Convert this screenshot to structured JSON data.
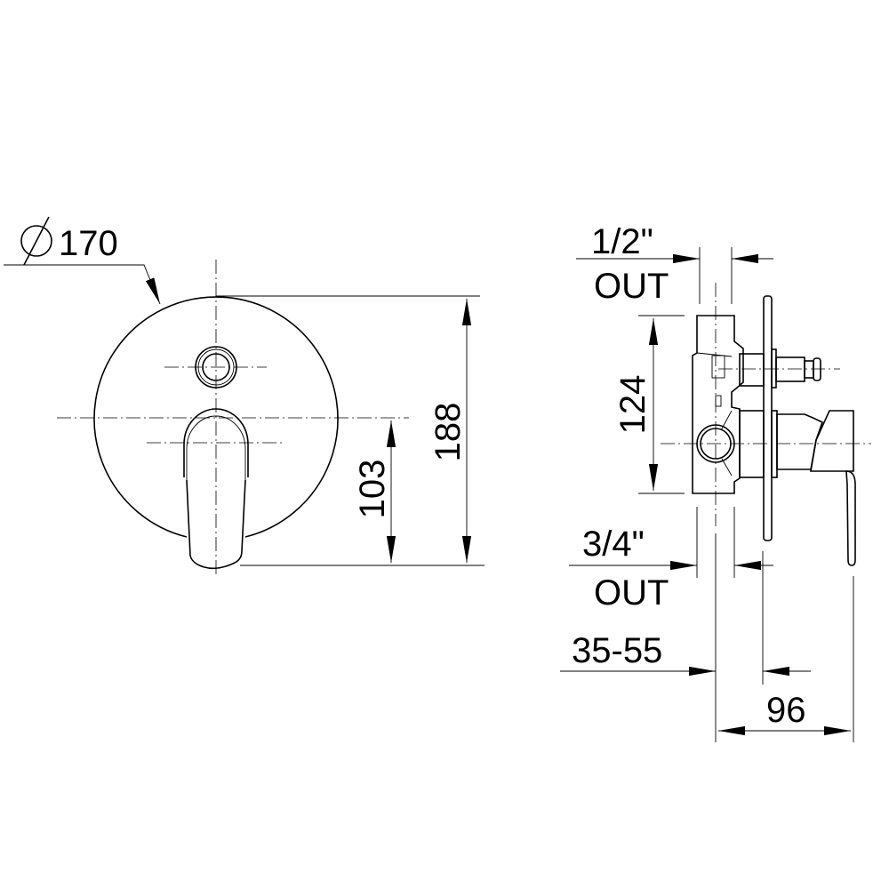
{
  "front_view": {
    "diameter_symbol": "diameter-symbol",
    "diameter_value": "170",
    "height_total": "188",
    "height_to_center": "103"
  },
  "side_view": {
    "top_outlet_size": "1/2\"",
    "top_outlet_label": "OUT",
    "body_height": "124",
    "bottom_outlet_size": "3/4\"",
    "bottom_outlet_label": "OUT",
    "wall_depth": "35-55",
    "projection": "96"
  }
}
